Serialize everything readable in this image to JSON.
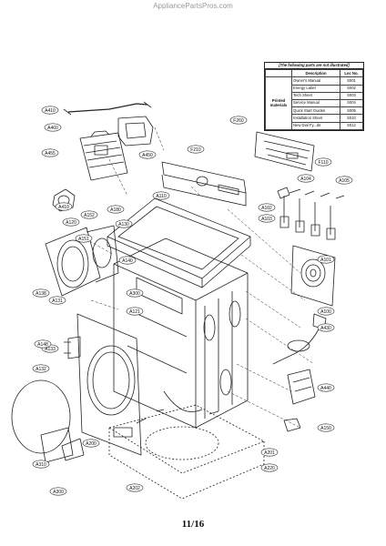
{
  "watermark": "AppliancePartsPros.com",
  "page_number": "11/16",
  "legend": {
    "title": "[The following parts are not illustrated]",
    "col_description": "Description",
    "col_loc": "Loc No.",
    "group": "Printed materials",
    "rows": [
      {
        "description": "Owner's Manual",
        "loc": "S001"
      },
      {
        "description": "Energy Label",
        "loc": "S002"
      },
      {
        "description": "Tech Sheet",
        "loc": "S003"
      },
      {
        "description": "Service Manual",
        "loc": "S004"
      },
      {
        "description": "Quick Start Guides",
        "loc": "S005"
      },
      {
        "description": "Installation Sheet",
        "loc": "S010"
      },
      {
        "description": "New Dial Fy...ds",
        "loc": "S012"
      }
    ]
  },
  "callouts": [
    {
      "label": "A410"
    },
    {
      "label": "A460"
    },
    {
      "label": "A455"
    },
    {
      "label": "A450"
    },
    {
      "label": "F210"
    },
    {
      "label": "F260"
    },
    {
      "label": "F110"
    },
    {
      "label": "A104"
    },
    {
      "label": "A105"
    },
    {
      "label": "A102"
    },
    {
      "label": "A103"
    },
    {
      "label": "A110"
    },
    {
      "label": "A410"
    },
    {
      "label": "A120"
    },
    {
      "label": "A152"
    },
    {
      "label": "A180"
    },
    {
      "label": "A130"
    },
    {
      "label": "A151"
    },
    {
      "label": "A138"
    },
    {
      "label": "A131"
    },
    {
      "label": "A140"
    },
    {
      "label": "A300"
    },
    {
      "label": "A121"
    },
    {
      "label": "A101"
    },
    {
      "label": "A100"
    },
    {
      "label": "A430"
    },
    {
      "label": "A133"
    },
    {
      "label": "A148"
    },
    {
      "label": "A132"
    },
    {
      "label": "A440"
    },
    {
      "label": "A150"
    },
    {
      "label": "A200"
    },
    {
      "label": "A201"
    },
    {
      "label": "A310"
    },
    {
      "label": "A220"
    },
    {
      "label": "A300"
    },
    {
      "label": "A202"
    }
  ]
}
